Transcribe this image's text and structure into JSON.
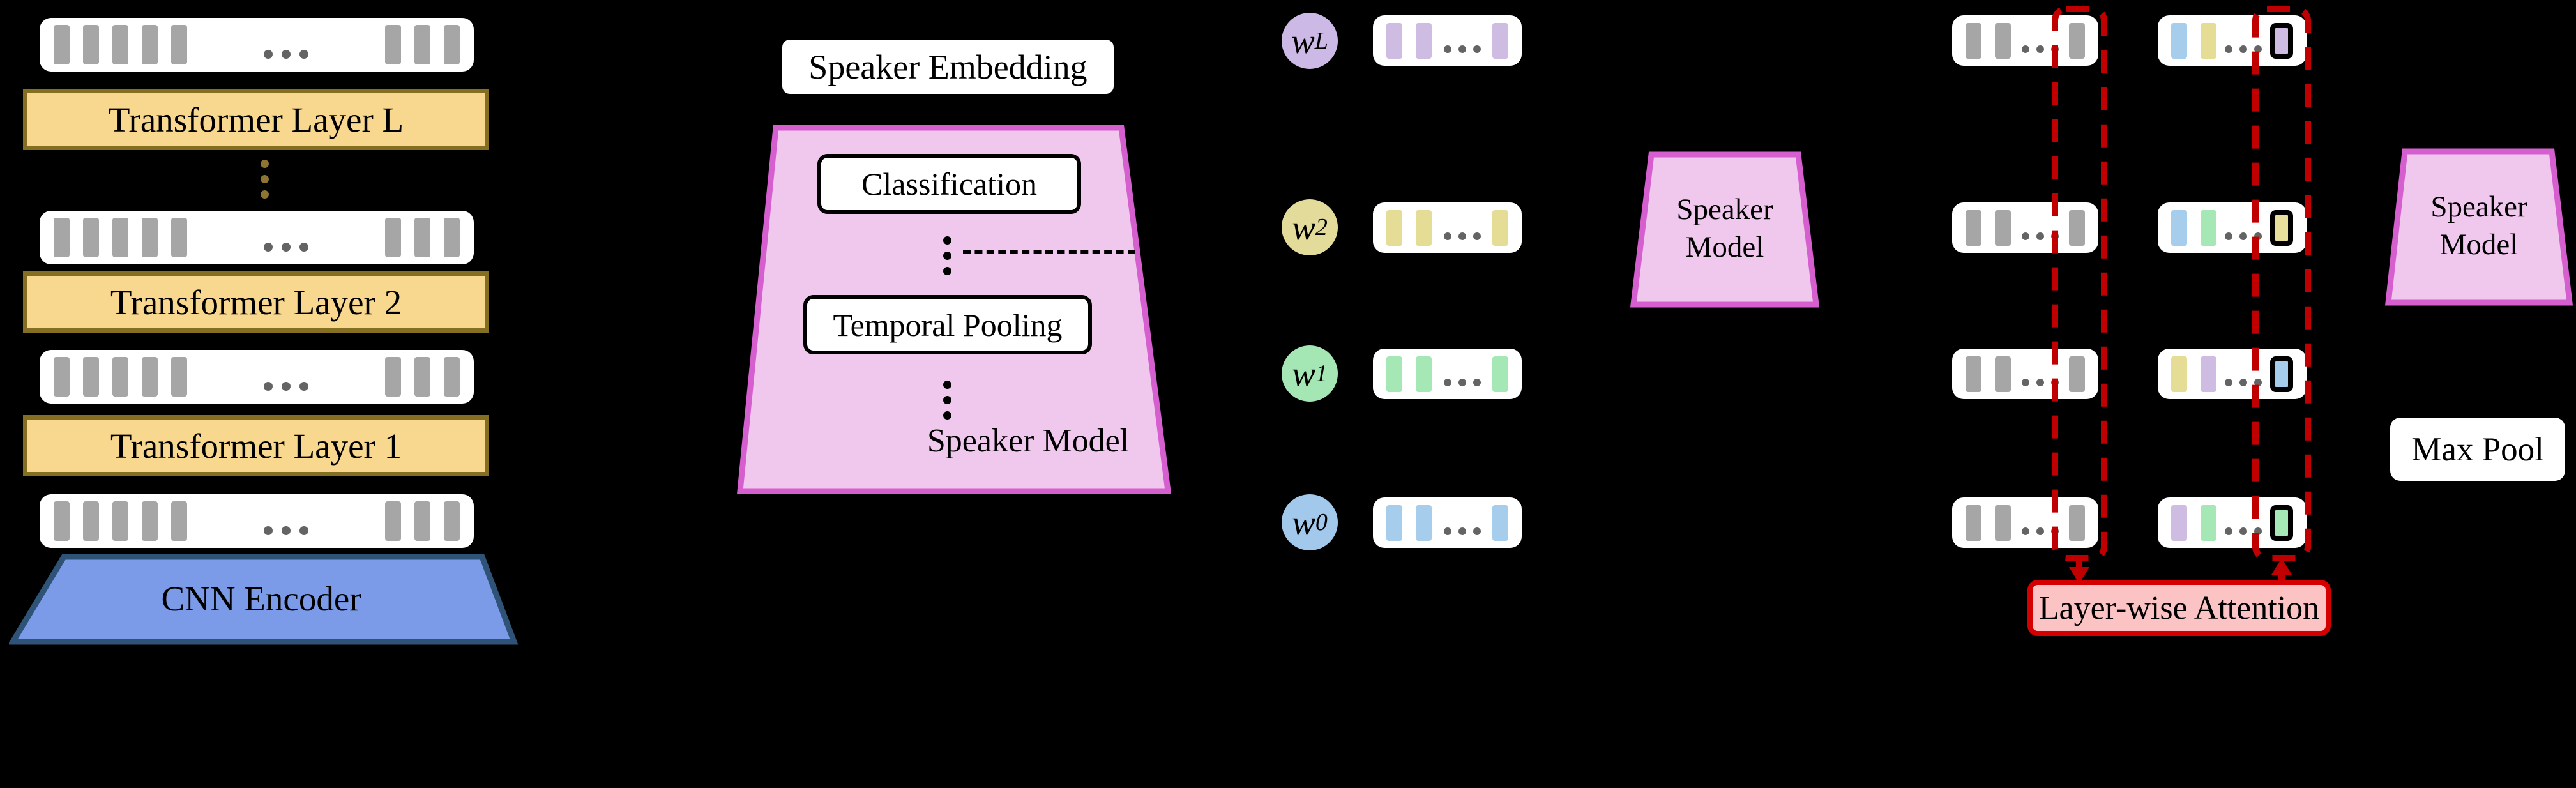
{
  "figure": "speaker-model-architecture-diagram",
  "background_color": "#000000",
  "encoder": {
    "frame_row_count": 4,
    "layers": [
      {
        "label": "Transformer Layer L"
      },
      {
        "label": "Transformer Layer 2"
      },
      {
        "label": "Transformer Layer 1"
      }
    ],
    "cnn_label": "CNN Encoder",
    "colors": {
      "layer_fill": "#F8D78F",
      "layer_border": "#836E22",
      "cnn_fill": "#7B9BE8",
      "cnn_border": "#2F5376",
      "bar": "#A6A6A6"
    }
  },
  "finetune": {
    "embedding_label": "Speaker Embedding",
    "classification_label": "Classification",
    "pooling_label": "Temporal Pooling",
    "model_label": "Speaker Model",
    "colors": {
      "trapezoid_fill": "#F0C7ED",
      "trapezoid_border": "#D65FD0"
    }
  },
  "weighted_sum": {
    "weights": [
      {
        "base": "w",
        "sub": "L",
        "circle_color": "#CDB9E5",
        "bar_color": "#CEBCE3"
      },
      {
        "base": "w",
        "sub": "2",
        "circle_color": "#E3DB9A",
        "bar_color": "#E5DC96"
      },
      {
        "base": "w",
        "sub": "1",
        "circle_color": "#A4E6B4",
        "bar_color": "#A5E8B6"
      },
      {
        "base": "w",
        "sub": "0",
        "circle_color": "#A2C9EC",
        "bar_color": "#A6CDEB"
      }
    ],
    "model": {
      "line1": "Speaker",
      "line2": "Model"
    }
  },
  "attention": {
    "label": "Layer-wise Attention",
    "model": {
      "line1": "Speaker",
      "line2": "Model"
    },
    "maxpool_label": "Max Pool",
    "left_rows_bar_color": "#A6A6A6",
    "right_rows": [
      {
        "bars": [
          "#A6CDEB",
          "#E5DC96"
        ],
        "selected_fill": "#CEBCE3",
        "selected_border": "#5E3D86"
      },
      {
        "bars": [
          "#A6CDEB",
          "#A5E8B6"
        ],
        "selected_fill": "#E8DF9C",
        "selected_border": "#8A8420"
      },
      {
        "bars": [
          "#E5DC96",
          "#CEBCE3"
        ],
        "selected_fill": "#A6CDEB",
        "selected_border": "#2061A9"
      },
      {
        "bars": [
          "#CEBCE3",
          "#A5E8B6"
        ],
        "selected_fill": "#A8E9B8",
        "selected_border": "#1F8038"
      }
    ],
    "selection_dash_color": "#C00000",
    "attention_box_fill": "#FBC3C3",
    "attention_box_border": "#D40000"
  },
  "icons": {
    "ellipsis": "…",
    "vertical_ellipsis": "⋮"
  }
}
